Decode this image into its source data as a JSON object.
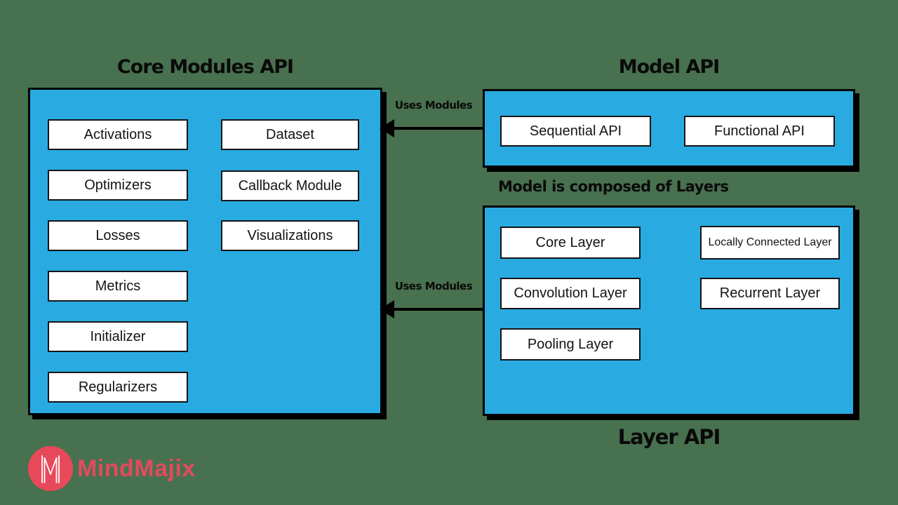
{
  "colors": {
    "background": "#48714F",
    "panel_blue": "#29ABE2",
    "border_black": "#000000",
    "logo_red": "#E14B5E"
  },
  "core_api": {
    "title": "Core Modules API",
    "items_left": [
      "Activations",
      "Optimizers",
      "Losses",
      "Metrics",
      "Initializer",
      "Regularizers"
    ],
    "items_right": [
      "Dataset",
      "Callback Module",
      "Visualizations"
    ]
  },
  "model_api": {
    "title": "Model API",
    "items": [
      "Sequential API",
      "Functional API"
    ]
  },
  "layer_api": {
    "title": "Layer API",
    "subtitle": "Model is composed of Layers",
    "items_left": [
      "Core Layer",
      "Convolution Layer",
      "Pooling Layer"
    ],
    "items_right": [
      "Locally Connected Layer",
      "Recurrent Layer"
    ]
  },
  "arrows": {
    "top_label": "Uses Modules",
    "bottom_label": "Uses Modules"
  },
  "logo": {
    "text": "MindMajix"
  }
}
